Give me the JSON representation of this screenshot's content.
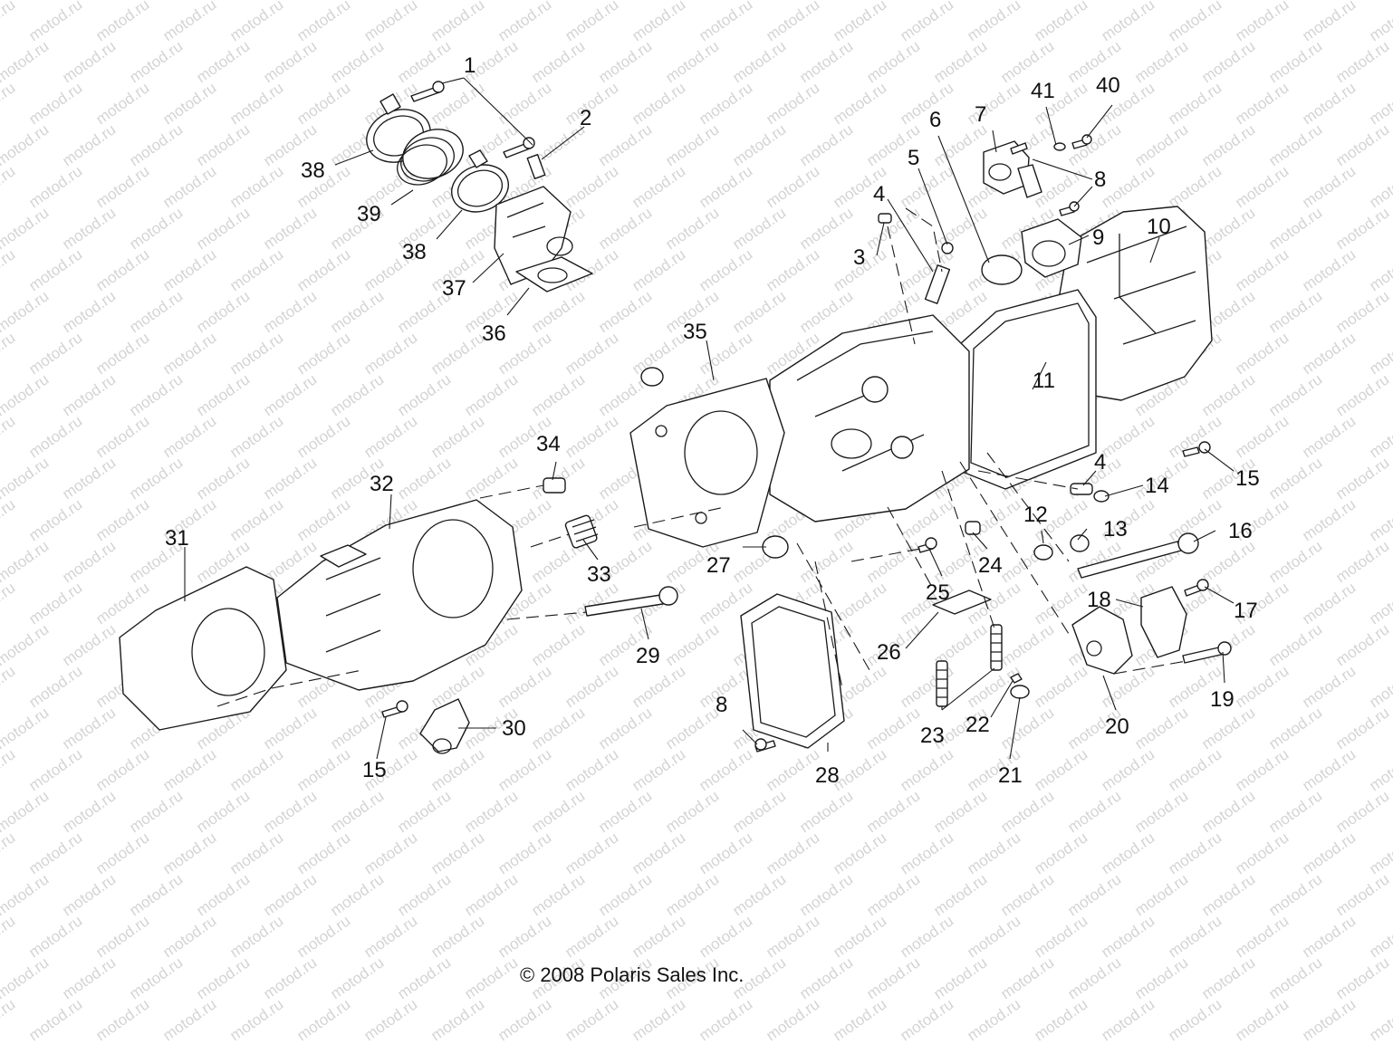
{
  "callouts": [
    "1",
    "2",
    "3",
    "4",
    "5",
    "6",
    "7",
    "8",
    "9",
    "10",
    "11",
    "12",
    "13",
    "14",
    "15",
    "16",
    "17",
    "18",
    "19",
    "20",
    "21",
    "22",
    "23",
    "24",
    "25",
    "26",
    "27",
    "28",
    "29",
    "30",
    "31",
    "32",
    "33",
    "34",
    "35",
    "36",
    "37",
    "38",
    "39",
    "40",
    "41"
  ],
  "repeated_callouts": {
    "c38b": "38",
    "c4b": "4",
    "c8b": "8",
    "c15b": "15"
  },
  "watermark_text": "motod.ru",
  "copyright": "© 2008 Polaris Sales Inc.",
  "colors": {
    "ink": "#1a1a1a",
    "watermark": "#d4d4d4",
    "background": "#ffffff"
  }
}
